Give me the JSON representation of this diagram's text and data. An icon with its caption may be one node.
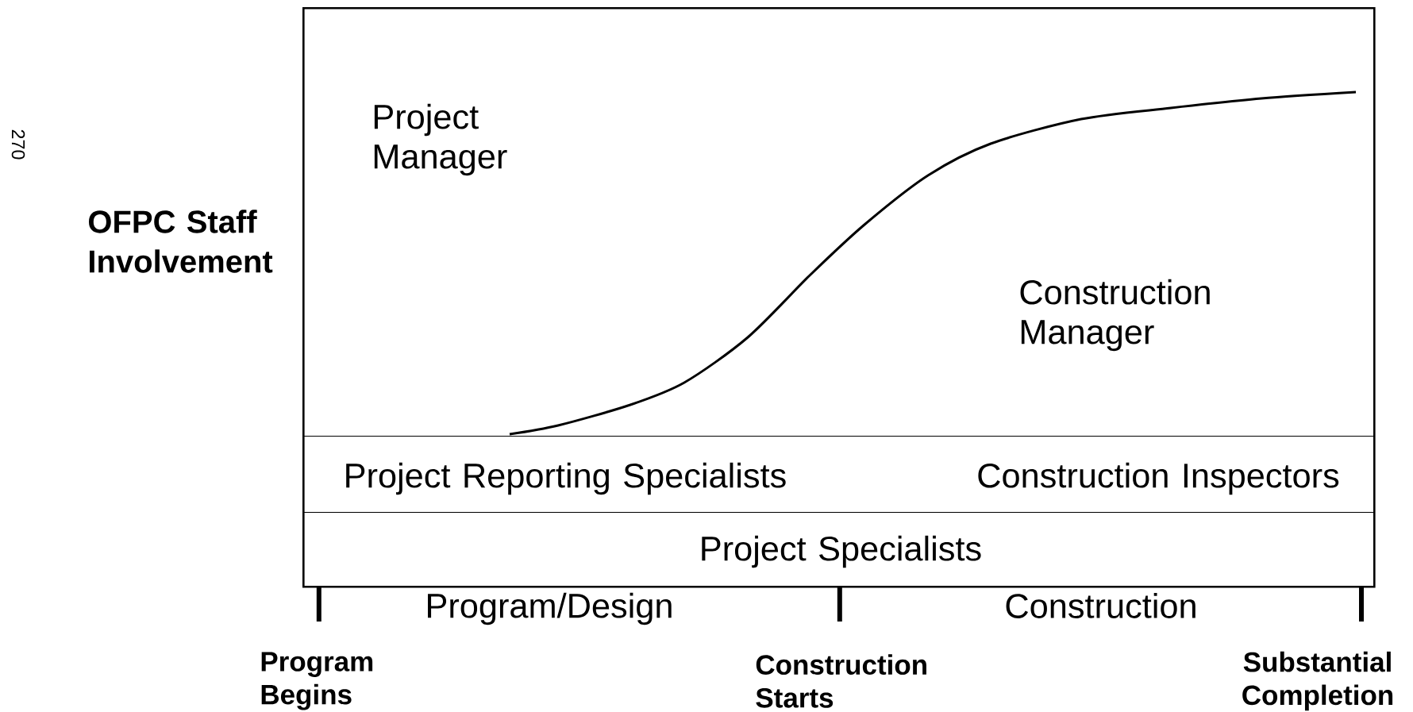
{
  "diagram": {
    "nodes": [
      {
        "text": [
          "Project Manager",
          "Construction Manager"
        ]
      },
      {
        "text": [
          "Project Reporting Specialists",
          "Construction Inspectors"
        ],
        "in": 0
      },
      {
        "text": [
          "Project Specialists"
        ],
        "in": 0
      }
    ],
    "labels": [
      "270",
      "OFPC Staff Involvement",
      "Program/Design",
      "Construction",
      "Program Begins",
      "Construction Starts",
      "Substantial Completion"
    ]
  }
}
